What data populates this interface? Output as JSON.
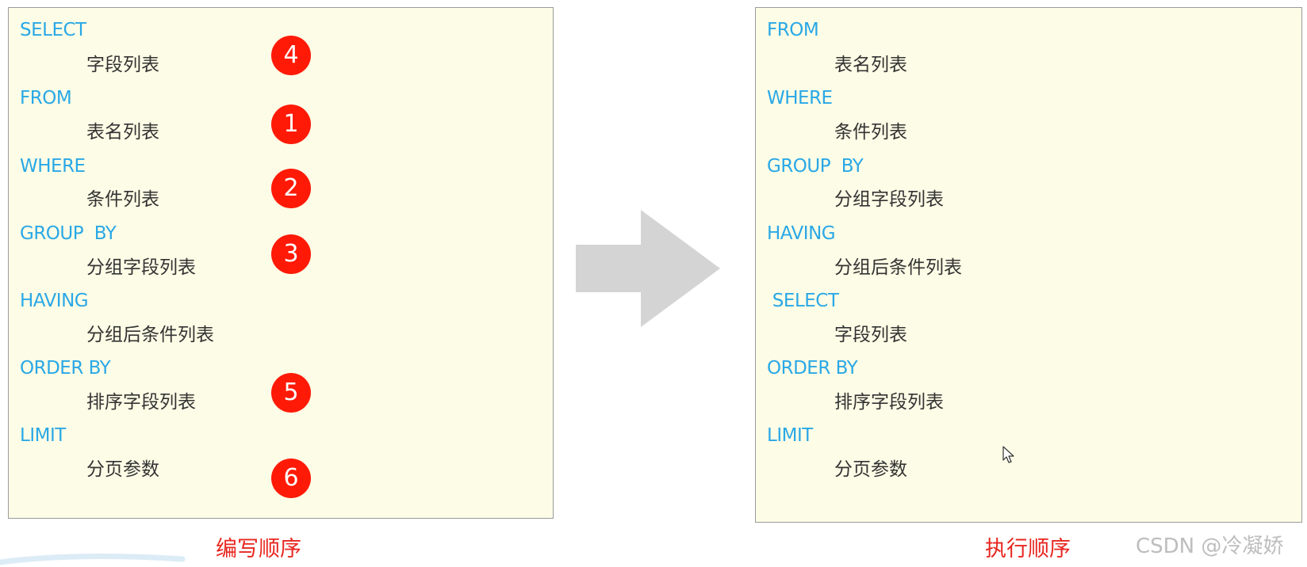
{
  "left": {
    "clauses": [
      {
        "keyword": "SELECT",
        "value": "字段列表",
        "badge": "4"
      },
      {
        "keyword": "FROM",
        "value": "表名列表",
        "badge": "1"
      },
      {
        "keyword": "WHERE",
        "value": "条件列表",
        "badge": "2"
      },
      {
        "keyword": "GROUP  BY",
        "value": "分组字段列表",
        "badge": "3"
      },
      {
        "keyword": "HAVING",
        "value": "分组后条件列表",
        "badge": ""
      },
      {
        "keyword": "ORDER BY",
        "value": "排序字段列表",
        "badge": "5"
      },
      {
        "keyword": "LIMIT",
        "value": "分页参数",
        "badge": "6"
      }
    ],
    "caption": "编写顺序"
  },
  "right": {
    "clauses": [
      {
        "keyword": "FROM",
        "value": "表名列表"
      },
      {
        "keyword": "WHERE",
        "value": "条件列表"
      },
      {
        "keyword": "GROUP  BY",
        "value": "分组字段列表"
      },
      {
        "keyword": "HAVING",
        "value": "分组后条件列表"
      },
      {
        "keyword": " SELECT",
        "value": "字段列表"
      },
      {
        "keyword": "ORDER BY",
        "value": "排序字段列表"
      },
      {
        "keyword": "LIMIT",
        "value": "分页参数"
      }
    ],
    "caption": "执行顺序"
  },
  "watermark": "CSDN @冷凝娇",
  "colors": {
    "keyword": "#2aa8e6",
    "badge": "#ff1a07",
    "caption": "#e8261f",
    "panel_bg": "#fdfce6",
    "arrow": "#d4d4d4"
  },
  "icons": {
    "arrow": "right-arrow-icon",
    "cursor": "mouse-pointer-icon"
  }
}
